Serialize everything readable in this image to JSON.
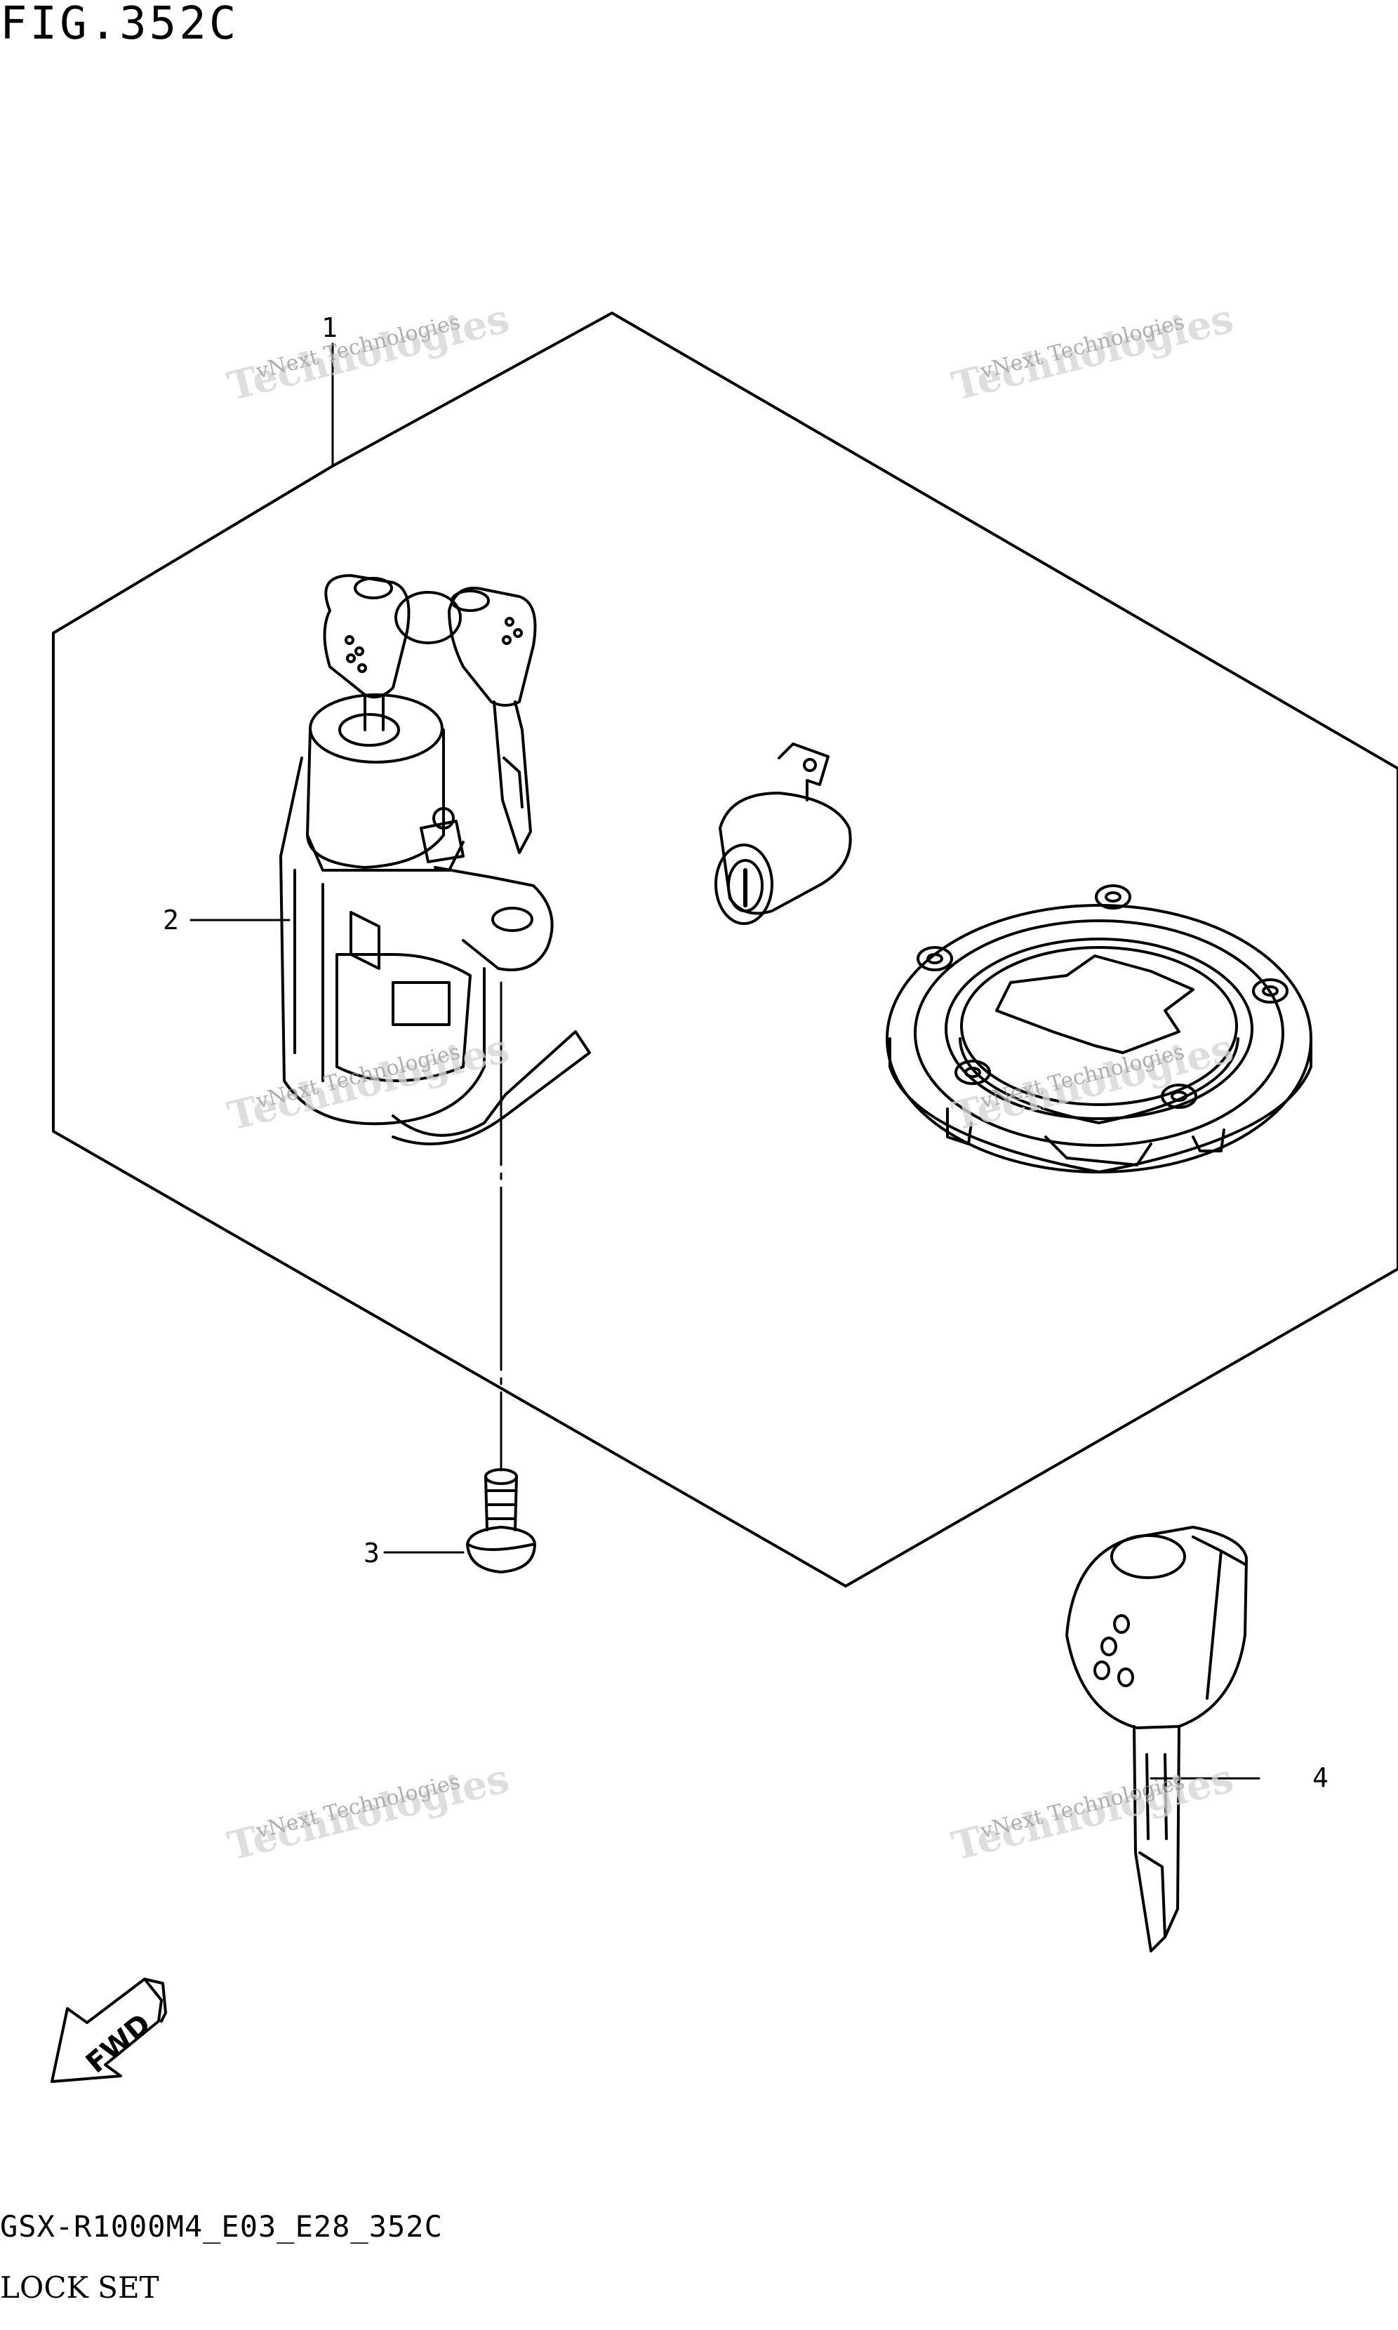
{
  "figure": {
    "title": "FIG.352C",
    "code": "GSX-R1000M4_E03_E28_352C",
    "caption": "LOCK SET"
  },
  "callouts": [
    {
      "id": "1",
      "label": "1"
    },
    {
      "id": "2",
      "label": "2"
    },
    {
      "id": "3",
      "label": "3"
    },
    {
      "id": "4",
      "label": "4"
    }
  ],
  "watermark": {
    "brand": "vNext",
    "company": "Technologies",
    "full": "vNext Technologies"
  },
  "direction_arrow": {
    "label": "FWD"
  }
}
